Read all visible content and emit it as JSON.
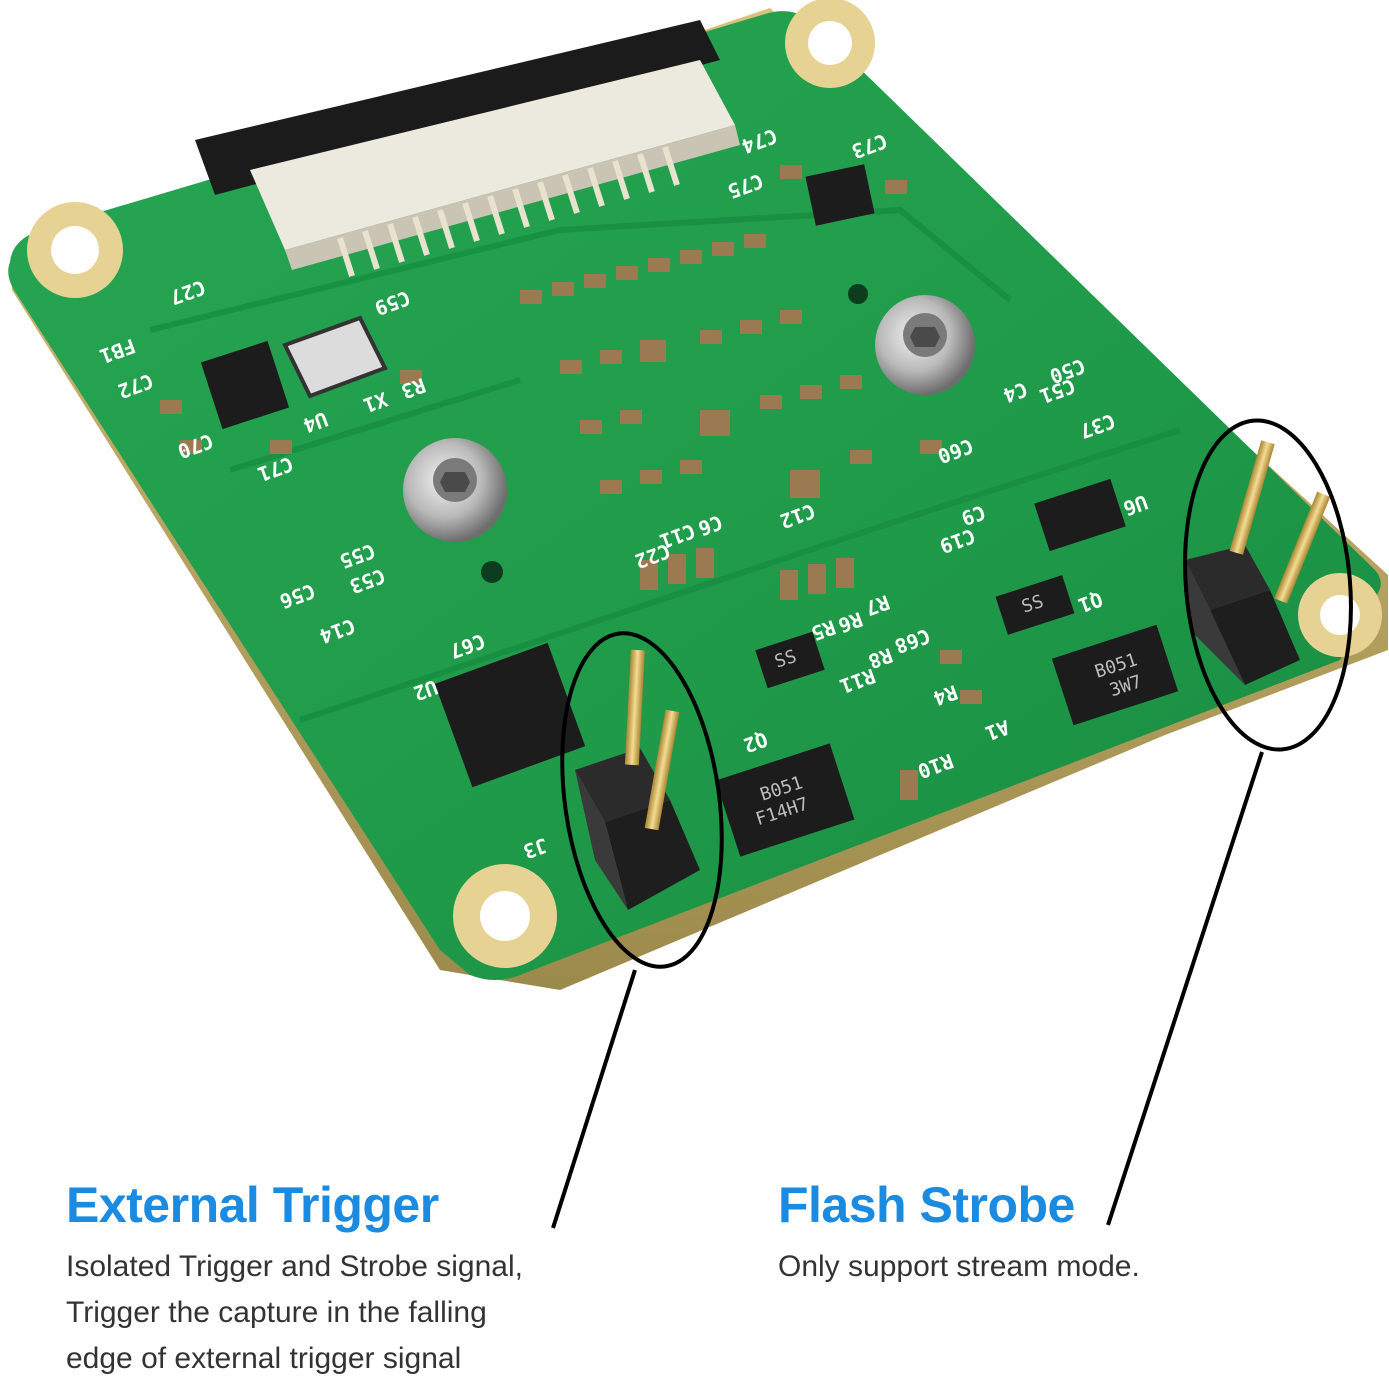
{
  "colors": {
    "accent": "#1a8be0",
    "board_green": "#1f9a49",
    "solder_mask_dark": "#137838",
    "gold_pad": "#e3cf8c",
    "header_black": "#202020",
    "pin_gold": "#d9b45a",
    "callout_line": "#000000"
  },
  "board": {
    "silkscreen_labels": [
      "C27",
      "FB1",
      "C72",
      "C70",
      "C71",
      "U4",
      "X1",
      "R3",
      "C59",
      "C74",
      "C75",
      "C73",
      "C60",
      "C37",
      "C50",
      "C51",
      "C4",
      "U6",
      "C9",
      "C19",
      "C11",
      "C6",
      "C12",
      "C22",
      "R7",
      "R6",
      "R5",
      "R8",
      "R11",
      "C68",
      "R4",
      "R10",
      "Q1",
      "Q2",
      "U2",
      "C67",
      "C14",
      "C56",
      "C53",
      "C55",
      "A1",
      "J3"
    ],
    "chip_markings": [
      "B051",
      "3W7",
      "F14H7",
      "SS"
    ]
  },
  "callouts": {
    "external_trigger": {
      "title": "External Trigger",
      "description_lines": [
        "Isolated Trigger and Strobe signal,",
        "Trigger the capture in the falling",
        "edge of external trigger signal"
      ]
    },
    "flash_strobe": {
      "title": "Flash Strobe",
      "description_lines": [
        "Only support stream mode."
      ]
    }
  }
}
